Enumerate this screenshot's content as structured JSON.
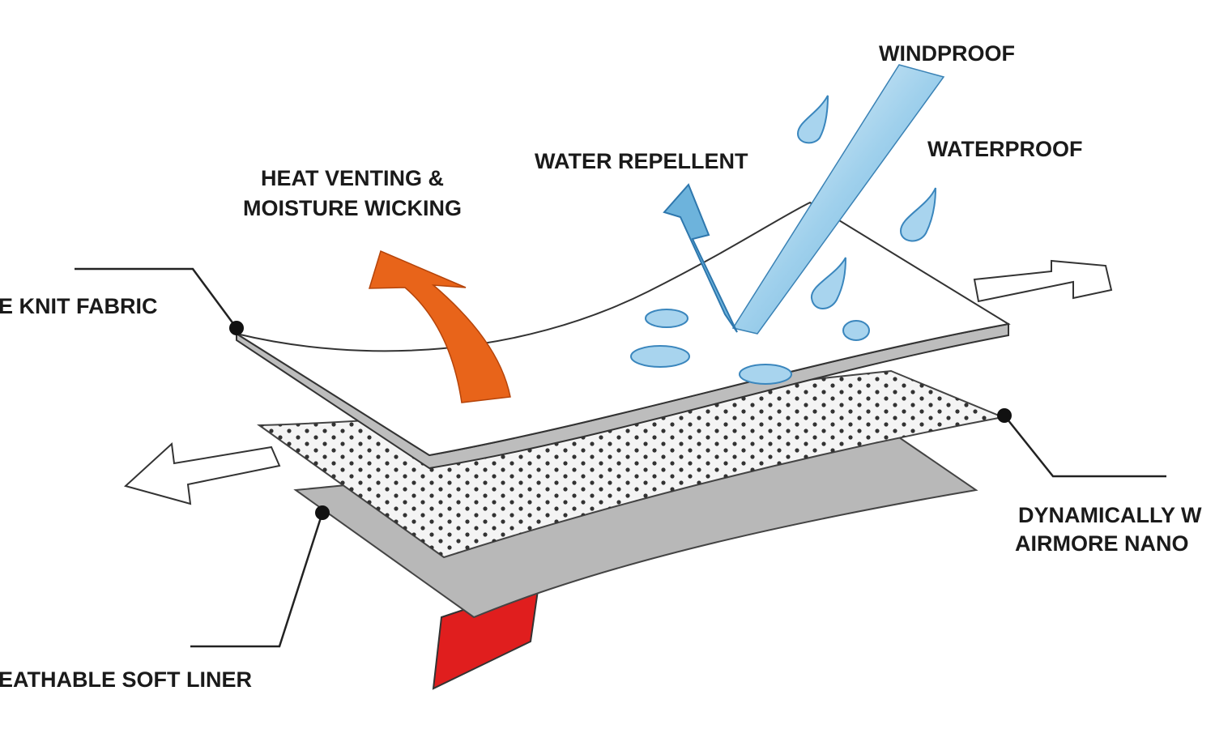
{
  "labels": {
    "windproof": "WINDPROOF",
    "water_repellent": "WATER REPELLENT",
    "waterproof": "WATERPROOF",
    "heat_venting_line1": "HEAT VENTING &",
    "heat_venting_line2": "MOISTURE WICKING",
    "knit_fabric": "E KNIT FABRIC",
    "membrane_line1": "DYNAMICALLY W",
    "membrane_line2": "AIRMORE NANO",
    "soft_liner": "EATHABLE SOFT LINER"
  },
  "colors": {
    "heat_arrow": "#e8641a",
    "water_blue": "#6db3dc",
    "liner_red": "#e01e1e",
    "bottom_layer": "#b8b8b8"
  }
}
